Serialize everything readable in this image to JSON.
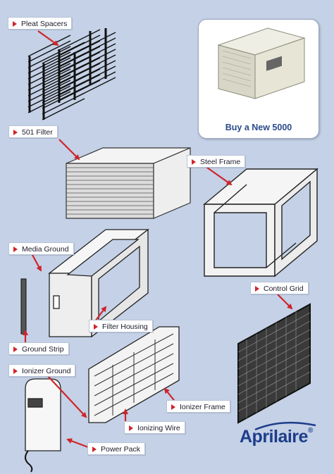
{
  "callouts": {
    "pleat_spacers": "Pleat Spacers",
    "filter_501": "501 Filter",
    "steel_frame": "Steel Frame",
    "media_ground": "Media Ground",
    "control_grid": "Control Grid",
    "filter_housing": "Filter Housing",
    "ground_strip": "Ground Strip",
    "ionizer_ground": "Ionizer Ground",
    "ionizer_frame": "Ionizer Frame",
    "ionizing_wire": "Ionizing Wire",
    "power_pack": "Power Pack"
  },
  "buy_card": {
    "label": "Buy a New 5000"
  },
  "brand": {
    "logo_text": "Aprilaire",
    "registered": "®"
  },
  "colors": {
    "background": "#c4d1e6",
    "arrow_red": "#d0242a",
    "card_text_blue": "#2a4a8a",
    "logo_blue": "#1d3d8a"
  }
}
